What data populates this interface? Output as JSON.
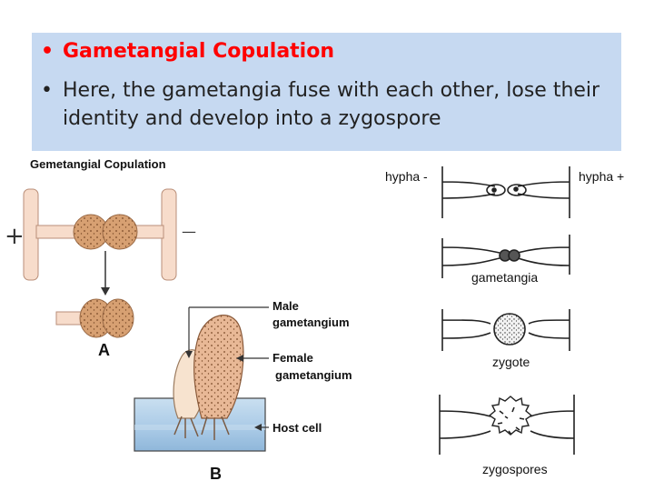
{
  "slide": {
    "bullets": [
      {
        "text": "Gametangial Copulation",
        "color": "#ff0000"
      },
      {
        "text": "Here, the gametangia fuse with each other, lose their",
        "continuation": "identity and develop into a zygospore",
        "color": "#222222"
      }
    ],
    "bullet_glyph": "•"
  },
  "figure_left": {
    "title": "Gemetangial Copulation",
    "plus_sign": "+",
    "minus_sign": "—",
    "label_a": "A",
    "label_b": "B",
    "male_label_1": "Male",
    "male_label_2": "gametangium",
    "female_label_1": "Female",
    "female_label_2": "gametangium",
    "host_label": "Host cell"
  },
  "figure_right": {
    "hypha_minus": "hypha -",
    "hypha_plus": "hypha +",
    "gametangia": "gametangia",
    "zygote": "zygote",
    "zygospores": "zygospores"
  },
  "colors": {
    "textbox_bg": "#c6d9f1",
    "hypha_fill": "#f7dccb",
    "gametangium_fill": "#d7a072",
    "host_fill": "#a8c9e6"
  }
}
